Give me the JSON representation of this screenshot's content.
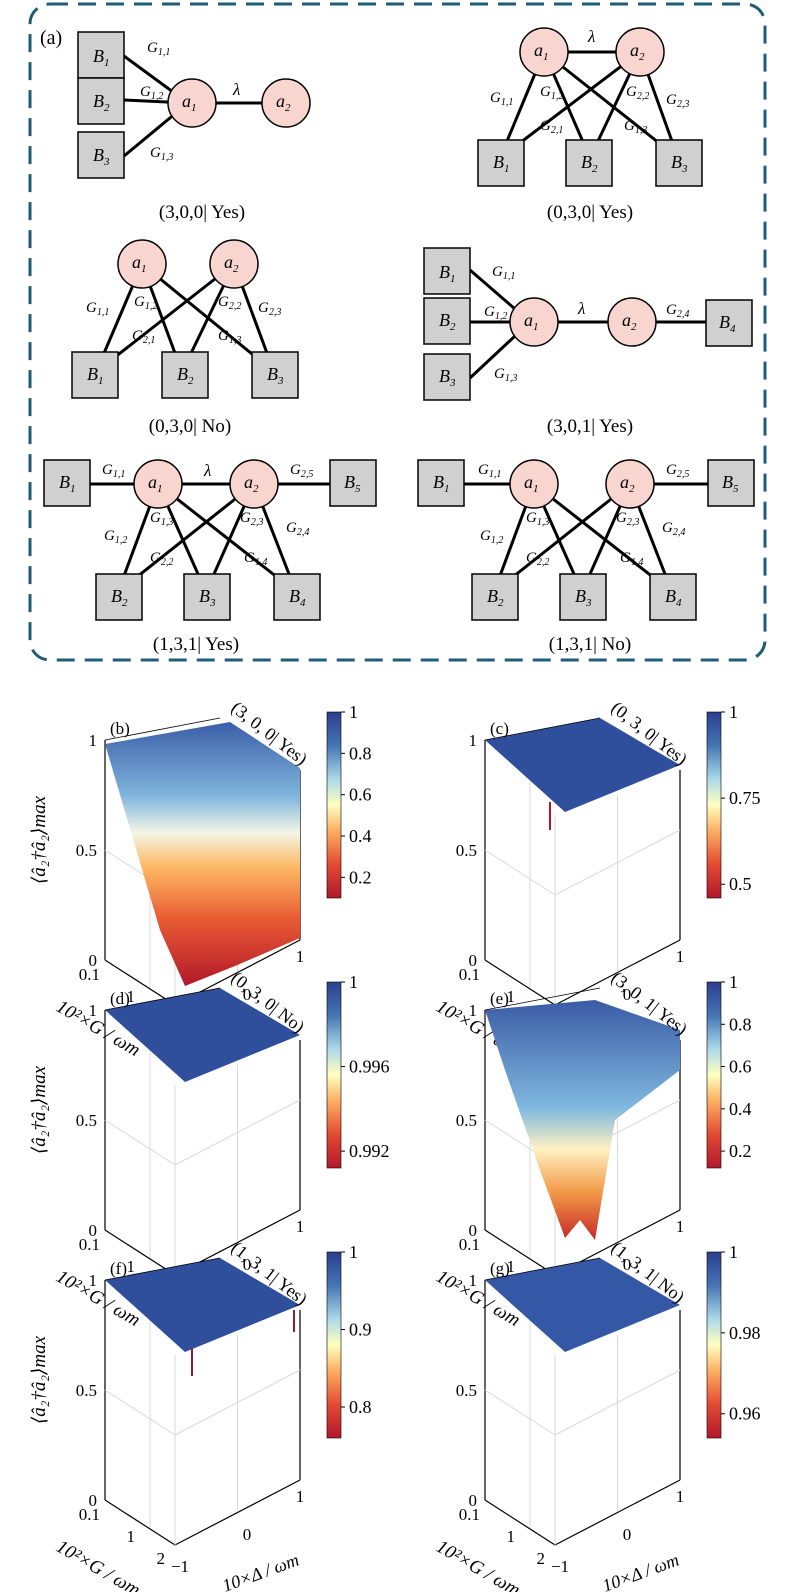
{
  "panel_a": {
    "label": "(a)",
    "captions": [
      "(3,0,0| Yes)",
      "(0,3,0| Yes)",
      "(0,3,0| No)",
      "(3,0,1| Yes)",
      "(1,3,1| Yes)",
      "(1,3,1| No)"
    ]
  },
  "plots": [
    {
      "label": "(b)",
      "title": "(3, 0, 0| Yes)",
      "cbar_ticks": [
        "1",
        "0.8",
        "0.6",
        "0.4",
        "0.2"
      ],
      "cbar_range": [
        0.1,
        1.0
      ]
    },
    {
      "label": "(c)",
      "title": "(0, 3, 0| Yes)",
      "cbar_ticks": [
        "1",
        "0.75",
        "0.5"
      ],
      "cbar_range": [
        0.46,
        1.0
      ]
    },
    {
      "label": "(d)",
      "title": "(0, 3, 0| No)",
      "cbar_ticks": [
        "1",
        "0.996",
        "0.992"
      ],
      "cbar_range": [
        0.9912,
        1.0
      ]
    },
    {
      "label": "(e)",
      "title": "(3, 0, 1| Yes)",
      "cbar_ticks": [
        "1",
        "0.8",
        "0.6",
        "0.4",
        "0.2"
      ],
      "cbar_range": [
        0.12,
        1.0
      ]
    },
    {
      "label": "(f)",
      "title": "(1, 3, 1| Yes)",
      "cbar_ticks": [
        "1",
        "0.9",
        "0.8"
      ],
      "cbar_range": [
        0.76,
        1.0
      ]
    },
    {
      "label": "(g)",
      "title": "(1, 3, 1| No)",
      "cbar_ticks": [
        "1",
        "0.98",
        "0.96"
      ],
      "cbar_range": [
        0.954,
        1.0
      ]
    }
  ],
  "axes": {
    "z_ticks": [
      "1",
      "0.5",
      "0"
    ],
    "x_ticks": [
      "-1",
      "0",
      "1"
    ],
    "y_ticks": [
      "0.1",
      "1",
      "2"
    ],
    "zlabel": "⟨â₂†â₂⟩max",
    "ylabel": "10²×G / ωm",
    "xlabel": "10×Δ / ωm"
  }
}
